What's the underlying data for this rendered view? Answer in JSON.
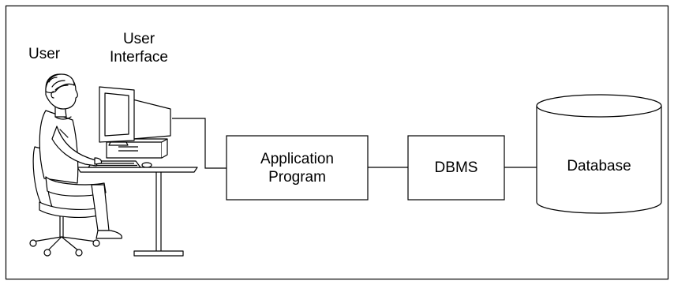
{
  "labels": {
    "user": "User",
    "user_interface_line1": "User",
    "user_interface_line2": "Interface"
  },
  "nodes": {
    "application_program": {
      "line1": "Application",
      "line2": "Program"
    },
    "dbms": "DBMS",
    "database": "Database"
  },
  "icons": {
    "user": "person-seated-icon",
    "workstation": "computer-workstation-icon",
    "database": "cylinder-database-icon"
  },
  "colors": {
    "stroke": "#000000",
    "background": "#ffffff"
  }
}
